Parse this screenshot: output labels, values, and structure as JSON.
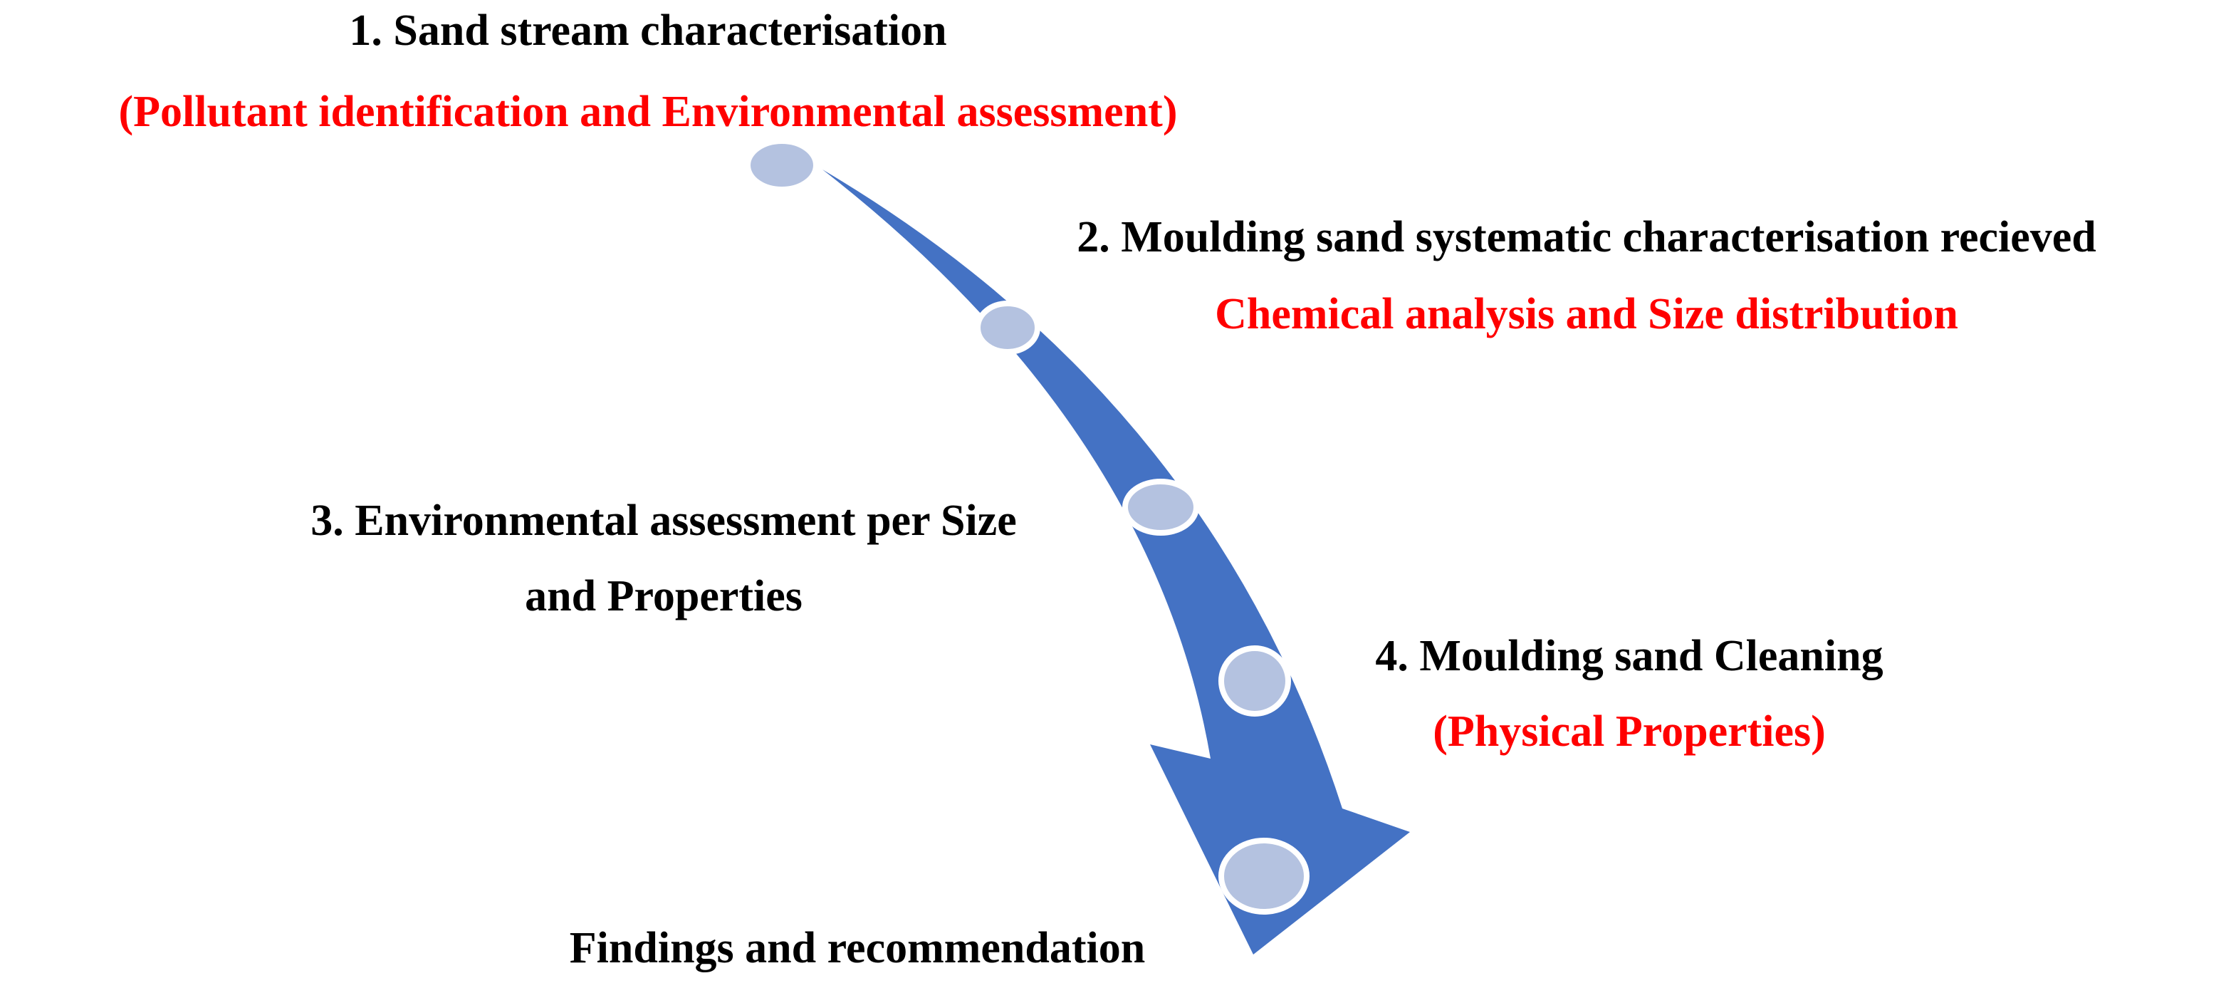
{
  "colors": {
    "arrow": "#4472c4",
    "node_fill": "#b4c2e0",
    "node_stroke": "#ffffff",
    "title_text": "#000000",
    "highlight_text": "#ff0000"
  },
  "steps": [
    {
      "title": "1. Sand stream characterisation",
      "subtitle": "(Pollutant identification and Environmental assessment)"
    },
    {
      "title": "2. Moulding sand systematic characterisation recieved",
      "subtitle": "Chemical analysis and Size distribution"
    },
    {
      "title_line1": "3. Environmental assessment per Size",
      "title_line2": "and Properties"
    },
    {
      "title": "4. Moulding sand Cleaning",
      "subtitle": "(Physical Properties)"
    }
  ],
  "final": {
    "label": "Findings and recommendation"
  }
}
